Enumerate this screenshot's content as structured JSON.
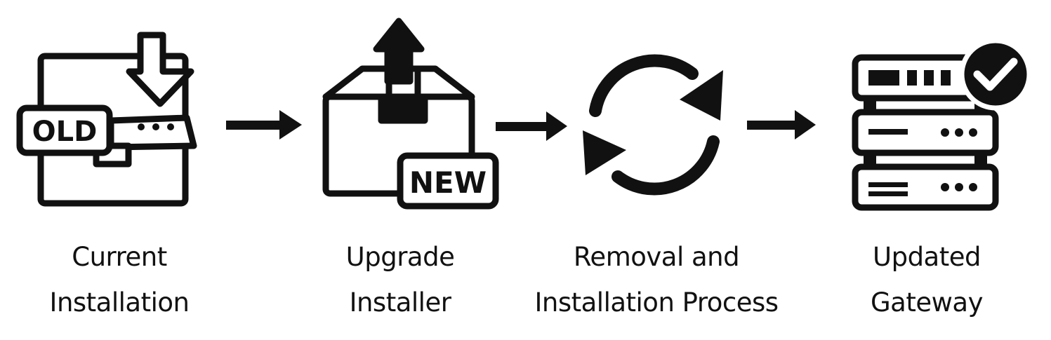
{
  "steps": [
    {
      "line1": "Current",
      "line2": "Installation",
      "icon": "old-package-icon",
      "badge": "OLD"
    },
    {
      "line1": "Upgrade",
      "line2": "Installer",
      "icon": "new-package-icon",
      "badge": "NEW"
    },
    {
      "line1": "Removal and",
      "line2": "Installation Process",
      "icon": "refresh-cycle-icon"
    },
    {
      "line1": "Updated",
      "line2": "Gateway",
      "icon": "server-check-icon"
    }
  ],
  "colors": {
    "ink": "#111111",
    "background": "#ffffff"
  }
}
